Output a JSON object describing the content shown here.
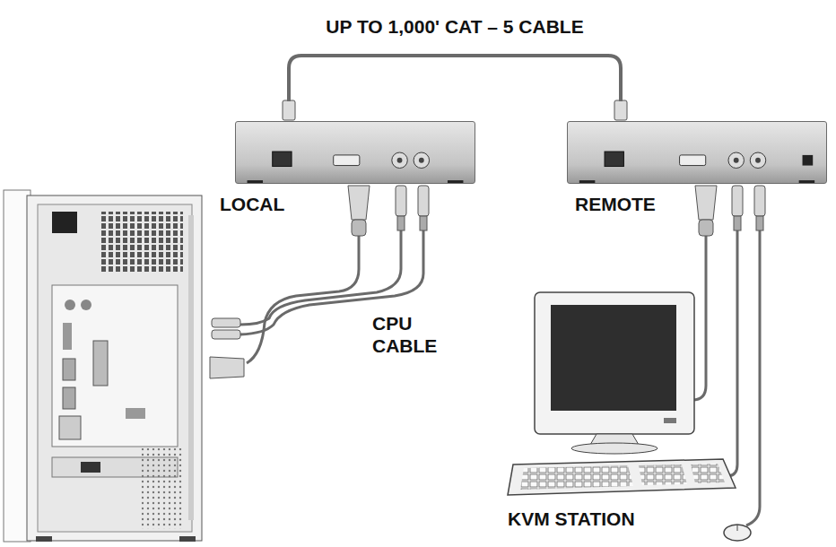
{
  "diagram": {
    "nodes": [
      {
        "text": [
          "LOCAL"
        ]
      },
      {
        "text": [
          "REMOTE"
        ]
      }
    ],
    "edges": [
      {
        "from": 0,
        "to": 1,
        "arrow": "none",
        "label": "UP TO 1,000' CAT – 5 CABLE"
      }
    ],
    "labels": [
      "CPU CABLE",
      "KVM STATION"
    ]
  }
}
